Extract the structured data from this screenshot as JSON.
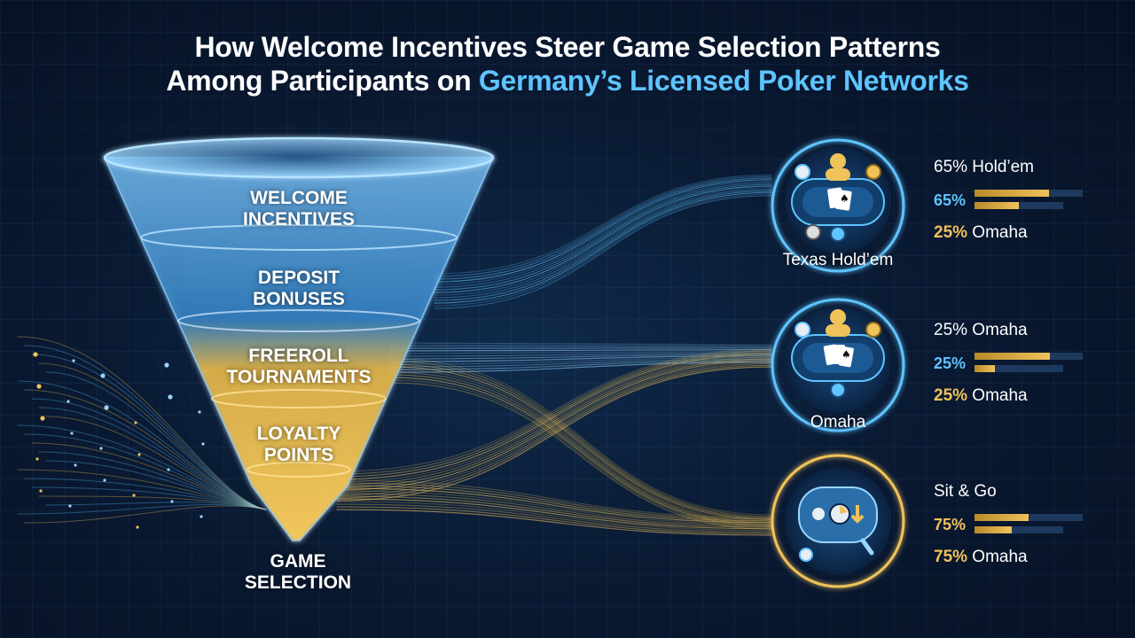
{
  "title": {
    "line1": "How Welcome Incentives Steer Game Selection Patterns",
    "line2_prefix": "Among Participants on ",
    "line2_highlight": "Germany’s Licensed Poker Networks"
  },
  "funnel": {
    "stages": [
      {
        "line1": "WELCOME",
        "line2": "INCENTIVES"
      },
      {
        "line1": "DEPOSIT",
        "line2": "BONUSES"
      },
      {
        "line1": "FREEROLL",
        "line2": "TOURNAMENTS"
      },
      {
        "line1": "LOYALTY",
        "line2": "POINTS"
      }
    ],
    "output": {
      "line1": "GAME",
      "line2": "SELECTION"
    }
  },
  "games": [
    {
      "label": "Texas Hold’em",
      "icon": "poker-table-icon",
      "ring_color": "#5fc4ff",
      "stat_head": "65% Hold’em",
      "pct": "65%",
      "pct_color": "#5fc4ff",
      "bar1_fill": 0.69,
      "bar2_fill": 0.5,
      "line_num": "25%",
      "line_num_color": "#f0c25a",
      "line_text": " Omaha"
    },
    {
      "label": "Omaha",
      "icon": "poker-table-icon",
      "ring_color": "#5fc4ff",
      "stat_head": "25% Omaha",
      "pct": "25%",
      "pct_color": "#5fc4ff",
      "bar1_fill": 0.7,
      "bar2_fill": 0.23,
      "line_num": "25%",
      "line_num_color": "#f0c25a",
      "line_text": " Omaha"
    },
    {
      "label": "",
      "icon": "sit-and-go-icon",
      "ring_color": "#f0c25a",
      "stat_head": "Sit & Go",
      "pct": "75%",
      "pct_color": "#f0c25a",
      "bar1_fill": 0.5,
      "bar2_fill": 0.42,
      "line_num": "75%",
      "line_num_color": "#f0c25a",
      "line_text": " Omaha"
    }
  ],
  "colors": {
    "blue": "#5fc4ff",
    "gold": "#f0c25a",
    "background": "#0a1a33"
  }
}
